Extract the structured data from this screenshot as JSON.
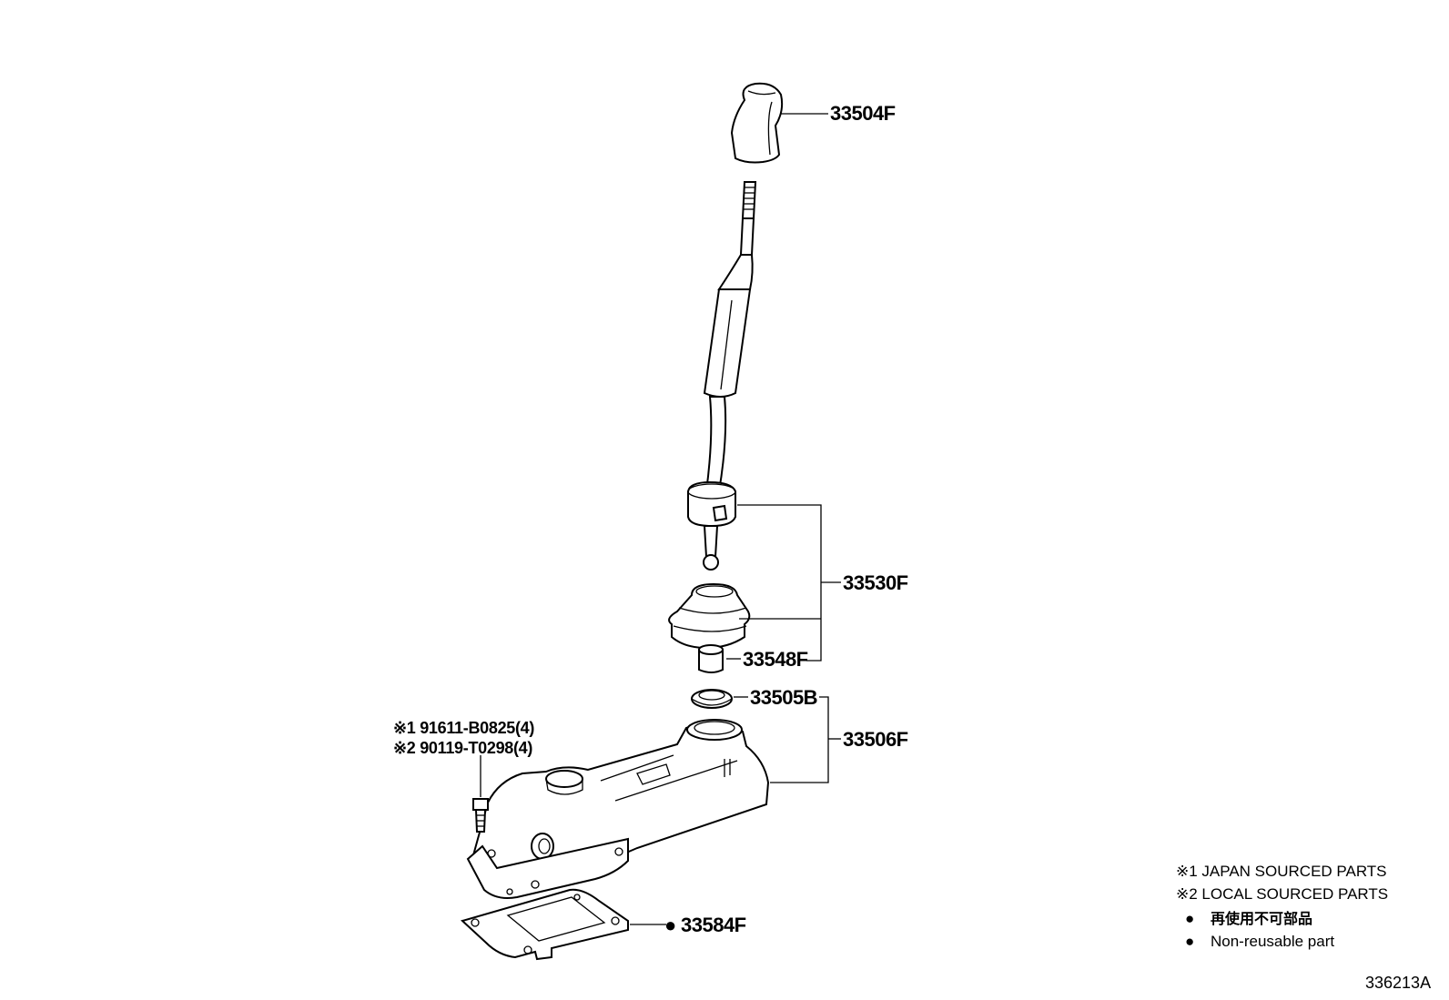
{
  "labels": {
    "shift_knob": "33504F",
    "shift_lever_assy": "33530F",
    "bushing": "33548F",
    "seal": "33505B",
    "housing": "33506F",
    "gasket": "33584F",
    "gasket_marker": "●"
  },
  "fasteners": [
    "※1 91611-B0825(4)",
    "※2 90119-T0298(4)"
  ],
  "legend": {
    "japan": "※1 JAPAN SOURCED PARTS",
    "local": "※2 LOCAL SOURCED PARTS",
    "non_reusable_jp": "再使用不可部品",
    "non_reusable_en": "Non-reusable part",
    "bullet": "●"
  },
  "diagram_code": "336213A"
}
